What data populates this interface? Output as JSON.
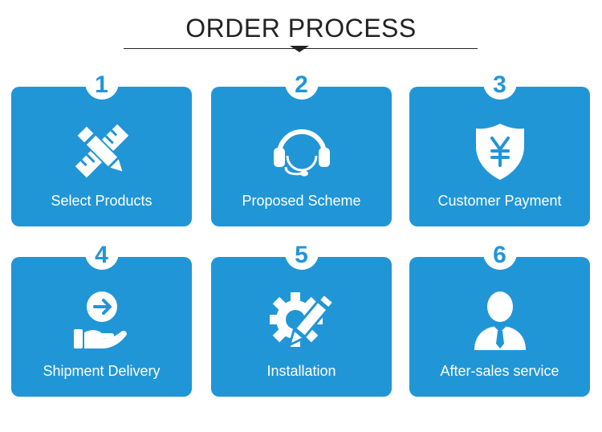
{
  "header": {
    "title": "ORDER PROCESS"
  },
  "steps": [
    {
      "number": "1",
      "label": "Select Products",
      "icon": "ruler-pencil-icon"
    },
    {
      "number": "2",
      "label": "Proposed Scheme",
      "icon": "headset-icon"
    },
    {
      "number": "3",
      "label": "Customer Payment",
      "icon": "yen-shield-icon"
    },
    {
      "number": "4",
      "label": "Shipment Delivery",
      "icon": "hand-arrow-icon"
    },
    {
      "number": "5",
      "label": "Installation",
      "icon": "gear-pencil-icon"
    },
    {
      "number": "6",
      "label": "After-sales service",
      "icon": "support-person-icon"
    }
  ],
  "colors": {
    "card": "#2196d6",
    "text": "#222222",
    "white": "#ffffff"
  }
}
